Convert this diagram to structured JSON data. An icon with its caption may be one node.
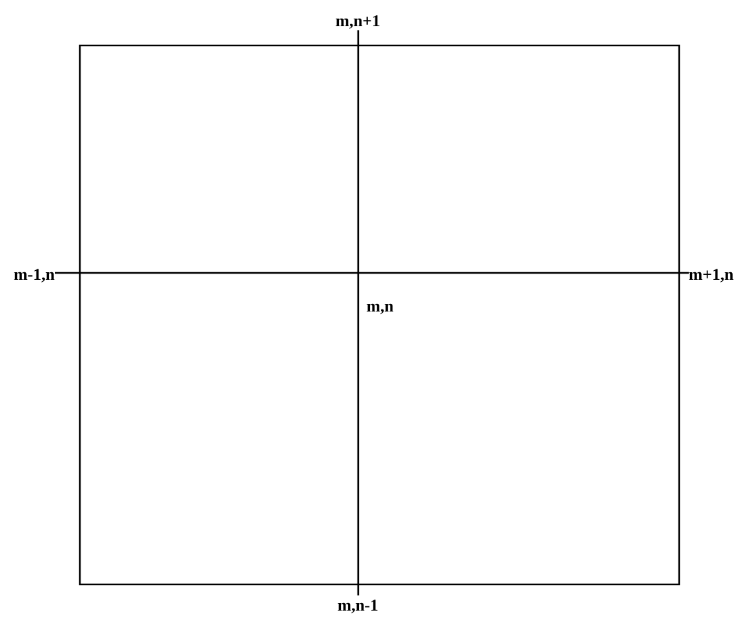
{
  "diagram": {
    "nodes": [
      {
        "text": [
          "m,n+1"
        ]
      },
      {
        "text": [
          "m-1,n"
        ]
      },
      {
        "text": [
          "m,n"
        ]
      },
      {
        "text": [
          "m+1,n"
        ]
      },
      {
        "text": [
          "m,n-1"
        ]
      }
    ],
    "edges": [
      {
        "from": 2,
        "to": 0,
        "arrow": "none"
      },
      {
        "from": 2,
        "to": 1,
        "arrow": "none"
      },
      {
        "from": 2,
        "to": 3,
        "arrow": "none"
      },
      {
        "from": 2,
        "to": 4,
        "arrow": "none"
      }
    ]
  }
}
